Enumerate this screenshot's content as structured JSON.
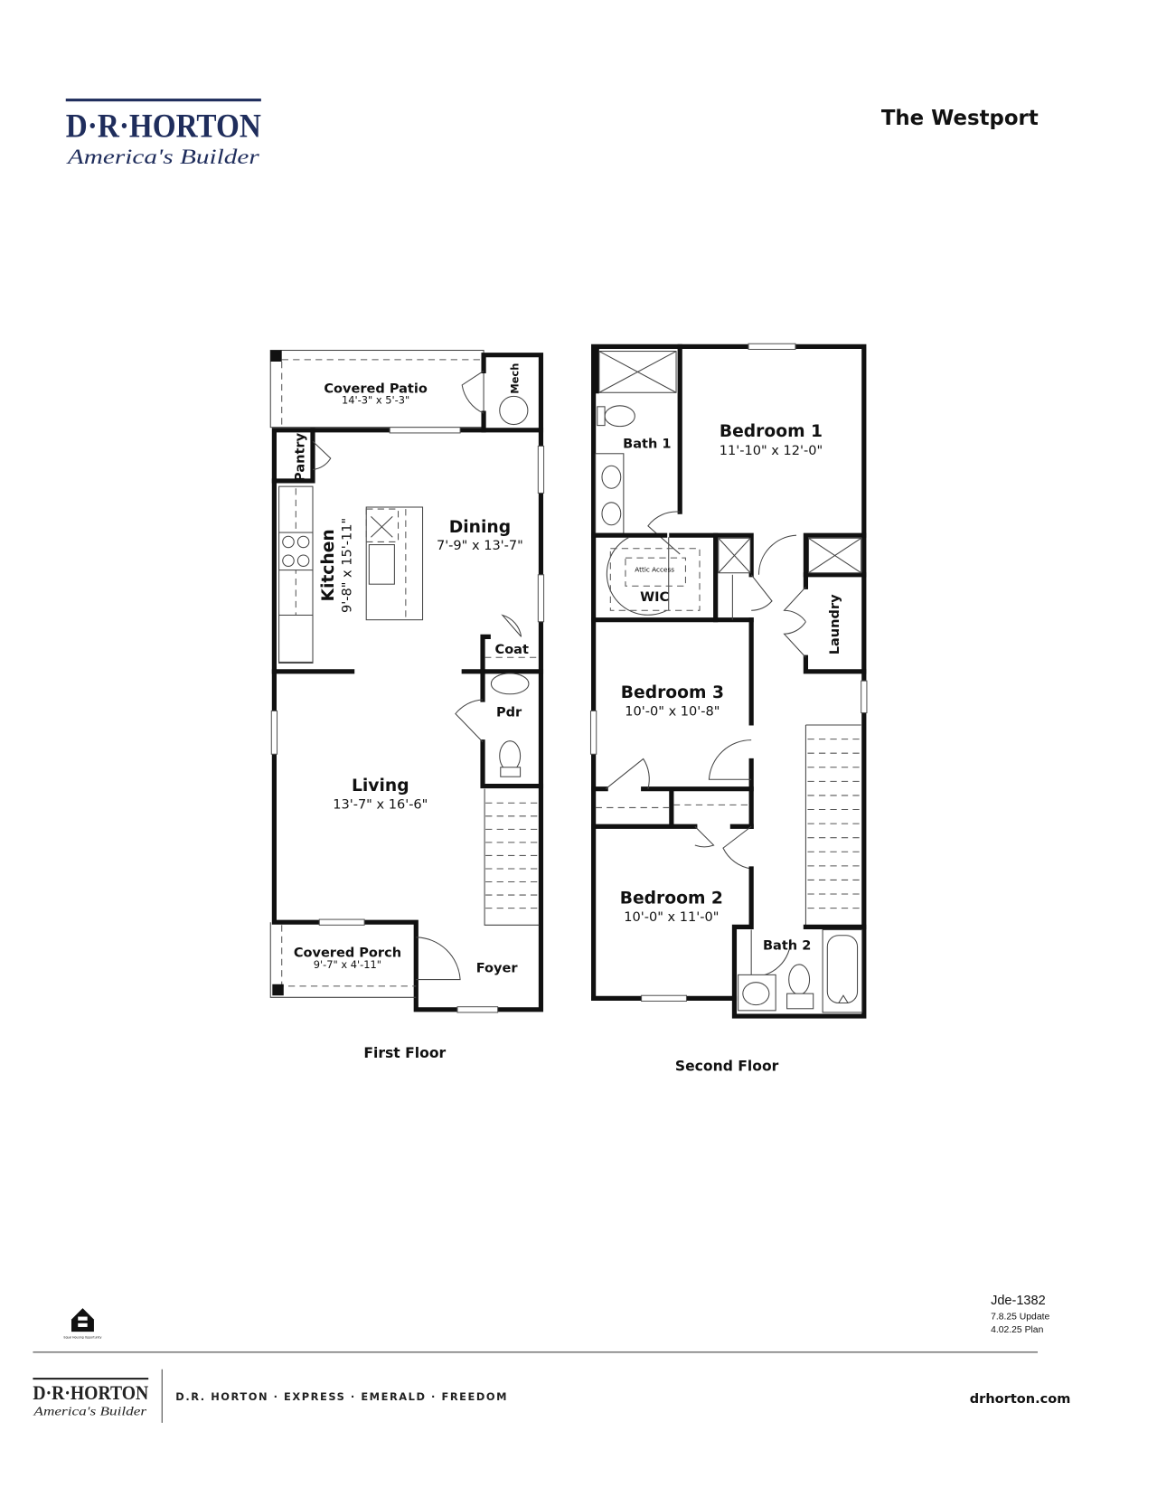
{
  "header": {
    "logo": {
      "brand": "D·R·HORTON",
      "tagline": "America's Builder",
      "color": "#1f2d5c"
    },
    "plan_name": "The Westport"
  },
  "first_floor": {
    "caption": "First Floor",
    "rooms": {
      "covered_patio": {
        "name": "Covered Patio",
        "dims": "14'-3\" x 5'-3\""
      },
      "mech": {
        "name": "Mech"
      },
      "pantry": {
        "name": "Pantry"
      },
      "kitchen": {
        "name": "Kitchen",
        "dims": "9'-8\" x 15'-11\""
      },
      "dining": {
        "name": "Dining",
        "dims": "7'-9\" x 13'-7\""
      },
      "coat": {
        "name": "Coat"
      },
      "pdr": {
        "name": "Pdr"
      },
      "living": {
        "name": "Living",
        "dims": "13'-7\" x 16'-6\""
      },
      "covered_porch": {
        "name": "Covered Porch",
        "dims": "9'-7\" x 4'-11\""
      },
      "foyer": {
        "name": "Foyer"
      }
    }
  },
  "second_floor": {
    "caption": "Second Floor",
    "rooms": {
      "bath1": {
        "name": "Bath 1"
      },
      "bedroom1": {
        "name": "Bedroom 1",
        "dims": "11'-10\" x 12'-0\""
      },
      "wic": {
        "name": "WIC",
        "attic": "Attic Access"
      },
      "laundry": {
        "name": "Laundry"
      },
      "bedroom3": {
        "name": "Bedroom 3",
        "dims": "10'-0\" x 10'-8\""
      },
      "bedroom2": {
        "name": "Bedroom 2",
        "dims": "10'-0\" x 11'-0\""
      },
      "bath2": {
        "name": "Bath 2"
      }
    }
  },
  "footer": {
    "equal_housing": "Equal Housing Opportunity",
    "plan_code": "Jde-1382",
    "update": "7.8.25 Update",
    "plan_date": "4.02.25 Plan",
    "brands": "D.R. HORTON · EXPRESS · EMERALD · FREEDOM",
    "website": "drhorton.com"
  }
}
